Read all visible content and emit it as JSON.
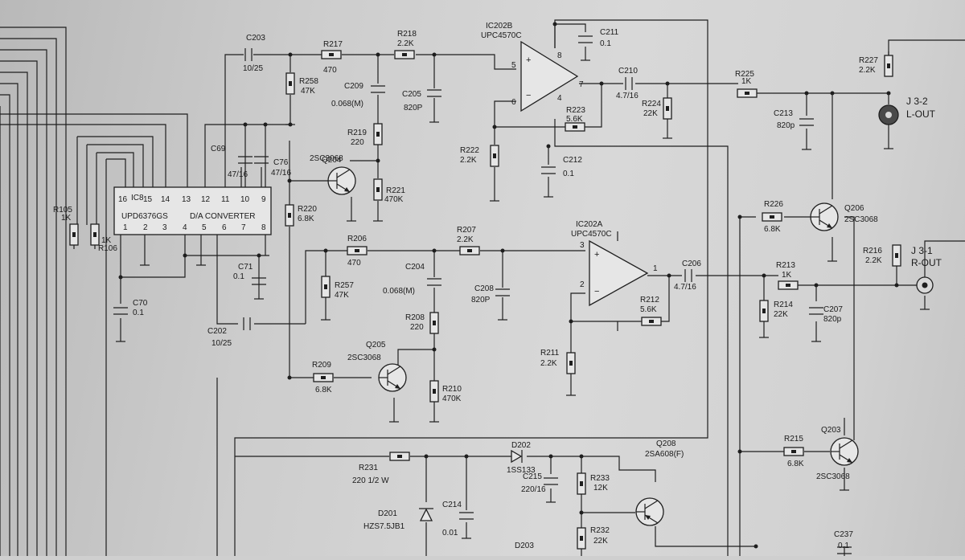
{
  "ics": {
    "ic202b": {
      "ref": "IC202B",
      "part": "UPC4570C",
      "plus": "+",
      "minus": "−",
      "in_plus": "5",
      "in_minus": "6",
      "out": "7",
      "vcc": "8",
      "gnd": "4"
    },
    "ic202a": {
      "ref": "IC202A",
      "part": "UPC4570C",
      "plus": "+",
      "minus": "−",
      "in_plus": "3",
      "in_minus": "2",
      "out": "1"
    },
    "ic8": {
      "ref": "IC8",
      "part": "UPD6376GS",
      "function": "D/A CONVERTER",
      "top_pins": [
        "16",
        "15",
        "14",
        "13",
        "12",
        "11",
        "10",
        "9"
      ],
      "bottom_pins": [
        "1",
        "2",
        "3",
        "4",
        "5",
        "6",
        "7",
        "8"
      ]
    }
  },
  "components": {
    "c203": {
      "ref": "C203",
      "value": "10/25"
    },
    "r217": {
      "ref": "R217",
      "value": "470"
    },
    "r218": {
      "ref": "R218",
      "value": "2.2K"
    },
    "c211": {
      "ref": "C211",
      "value": "0.1"
    },
    "r258": {
      "ref": "R258",
      "value": "47K"
    },
    "c209": {
      "ref": "C209",
      "value": "0.068(M)"
    },
    "c205": {
      "ref": "C205",
      "value": "820P"
    },
    "c210": {
      "ref": "C210",
      "value": "4.7/16"
    },
    "r225": {
      "ref": "R225",
      "value": "1K"
    },
    "r227": {
      "ref": "R227",
      "value": "2.2K"
    },
    "r223": {
      "ref": "R223",
      "value": "5.6K"
    },
    "r224": {
      "ref": "R224",
      "value": "22K"
    },
    "c213": {
      "ref": "C213",
      "value": "820p"
    },
    "r219": {
      "ref": "R219",
      "value": "220"
    },
    "c69": {
      "ref": "C69",
      "value": "47/16"
    },
    "c76": {
      "ref": "C76",
      "value": "47/16"
    },
    "r222": {
      "ref": "R222",
      "value": "2.2K"
    },
    "c212": {
      "ref": "C212",
      "value": "0.1"
    },
    "q204": {
      "ref": "Q204",
      "value": "2SC3068"
    },
    "r221": {
      "ref": "R221",
      "value": "470K"
    },
    "r220": {
      "ref": "R220",
      "value": "6.8K"
    },
    "r105": {
      "ref": "R105",
      "value": "1K"
    },
    "r106": {
      "ref": "R106",
      "value": "1K"
    },
    "r226": {
      "ref": "R226",
      "value": "6.8K"
    },
    "q206": {
      "ref": "Q206",
      "value": "2SC3068"
    },
    "r216": {
      "ref": "R216",
      "value": "2.2K"
    },
    "r206": {
      "ref": "R206",
      "value": "470"
    },
    "r207": {
      "ref": "R207",
      "value": "2.2K"
    },
    "c204": {
      "ref": "C204",
      "value": "0.068(M)"
    },
    "c208": {
      "ref": "C208",
      "value": "820P"
    },
    "c206": {
      "ref": "C206",
      "value": "4.7/16"
    },
    "r213": {
      "ref": "R213",
      "value": "1K"
    },
    "r214": {
      "ref": "R214",
      "value": "22K"
    },
    "c207": {
      "ref": "C207",
      "value": "820p"
    },
    "c71": {
      "ref": "C71",
      "value": "0.1"
    },
    "c70": {
      "ref": "C70",
      "value": "0.1"
    },
    "r257": {
      "ref": "R257",
      "value": "47K"
    },
    "r212": {
      "ref": "R212",
      "value": "5.6K"
    },
    "r208": {
      "ref": "R208",
      "value": "220"
    },
    "c202": {
      "ref": "C202",
      "value": "10/25"
    },
    "q205": {
      "ref": "Q205",
      "value": "2SC3068"
    },
    "r211": {
      "ref": "R211",
      "value": "2.2K"
    },
    "r209": {
      "ref": "R209",
      "value": "6.8K"
    },
    "r210": {
      "ref": "R210",
      "value": "470K"
    },
    "r215": {
      "ref": "R215",
      "value": "6.8K"
    },
    "q203": {
      "ref": "Q203",
      "value": "2SC3068"
    },
    "d202": {
      "ref": "D202",
      "value": "1SS133"
    },
    "q208": {
      "ref": "Q208",
      "value": "2SA608(F)"
    },
    "r231": {
      "ref": "R231",
      "value": "220   1/2 W"
    },
    "c215": {
      "ref": "C215",
      "value": "220/16"
    },
    "r233": {
      "ref": "R233",
      "value": "12K"
    },
    "c214": {
      "ref": "C214",
      "value": "0.01"
    },
    "d201": {
      "ref": "D201",
      "value": "HZS7.5JB1"
    },
    "r232": {
      "ref": "R232",
      "value": "22K"
    },
    "d203": {
      "ref": "D203"
    },
    "c237": {
      "ref": "C237",
      "value": "0.1"
    }
  },
  "connectors": {
    "j3_2": {
      "ref": "J 3-2",
      "name": "L-OUT"
    },
    "j3_1": {
      "ref": "J 3-1",
      "name": "R-OUT"
    }
  },
  "colors": {
    "ink": "#1e1e1e",
    "paper": "#d2d2d2"
  }
}
